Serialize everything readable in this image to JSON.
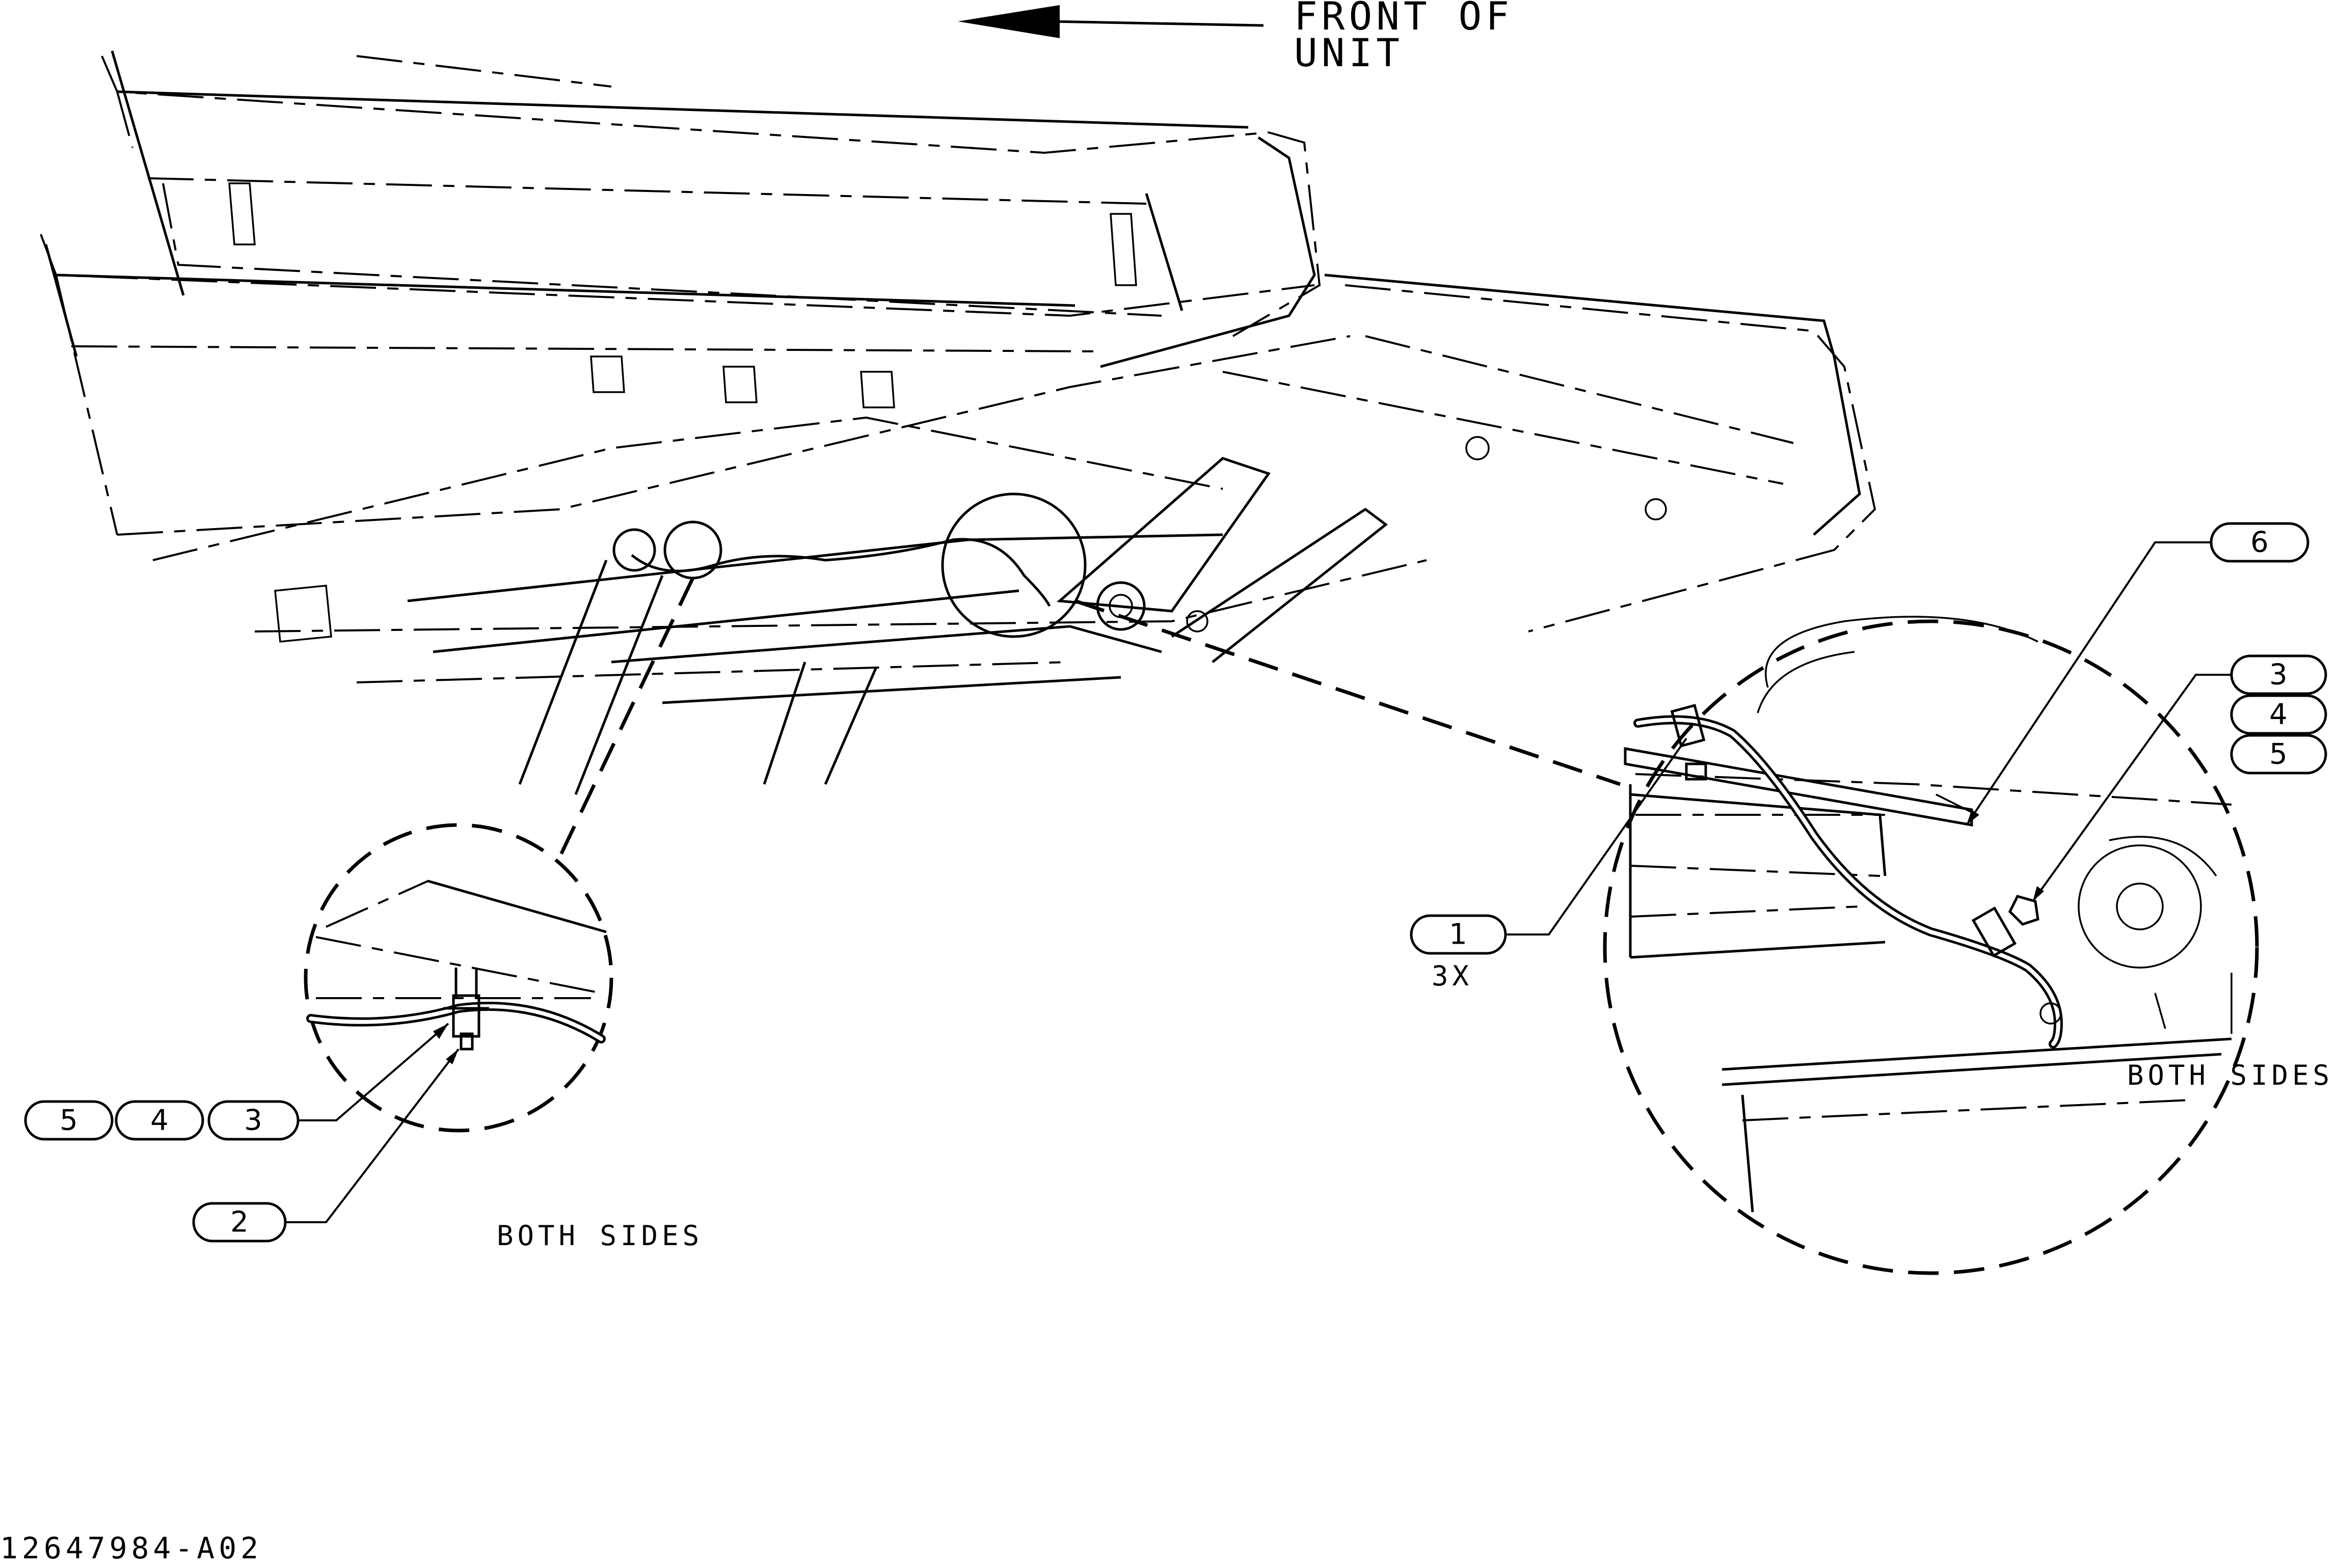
{
  "front_label": [
    "FRONT OF",
    "UNIT"
  ],
  "drawing_number": "12647984-A02",
  "detail_left": {
    "note": "BOTH SIDES",
    "callouts": [
      {
        "number": "5"
      },
      {
        "number": "4"
      },
      {
        "number": "3"
      },
      {
        "number": "2"
      }
    ]
  },
  "detail_right": {
    "note": "BOTH SIDES",
    "quantity": "3X",
    "callouts": [
      {
        "number": "6"
      },
      {
        "number": "3"
      },
      {
        "number": "4"
      },
      {
        "number": "5"
      },
      {
        "number": "1"
      }
    ]
  },
  "icons": {
    "direction_arrow": "left-arrow-icon"
  }
}
